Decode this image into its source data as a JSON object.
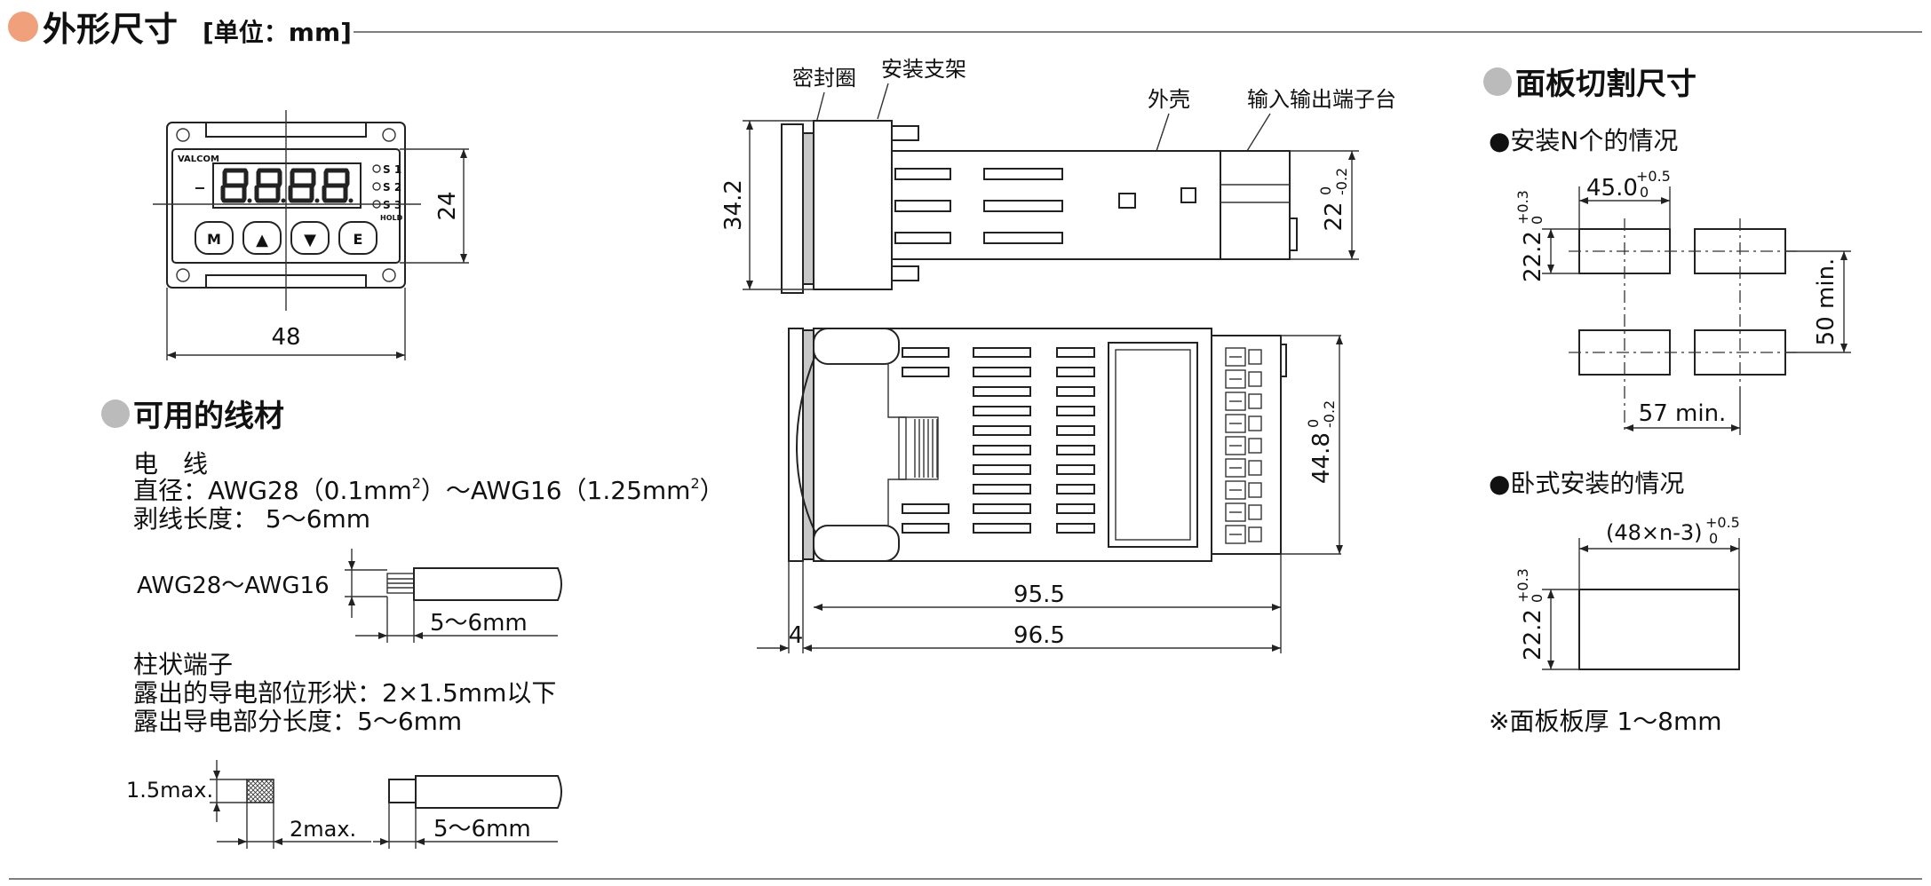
{
  "header": {
    "title": "外形尺寸",
    "unit": "[单位：mm]",
    "bullet_color": "#f0a07a"
  },
  "front_view": {
    "brand": "VALCOM",
    "display": "8.8.8.8",
    "indicators": [
      "S 1",
      "S 2",
      "S 3",
      "HOLD"
    ],
    "keys": [
      "M",
      "▲",
      "▼",
      "E"
    ],
    "dim_width": "48",
    "dim_height": "24"
  },
  "side_view": {
    "labels": {
      "gasket": "密封圈",
      "bracket": "安装支架",
      "case": "外壳",
      "terminal": "输入输出端子台"
    },
    "dim_height_top": "34.2",
    "dim_case_h": "22",
    "dim_case_h_tol_upper": "0",
    "dim_case_h_tol_lower": "-0.2",
    "dim_bottom_h": "44.8",
    "dim_bottom_h_tol_upper": "0",
    "dim_bottom_h_tol_lower": "-0.2",
    "dim_depth_1": "95.5",
    "dim_depth_2": "96.5",
    "dim_panel": "4"
  },
  "wire_section": {
    "title": "可用的线材",
    "bullet_color": "#bbbbbb",
    "wire_label": "电　线",
    "diameter_prefix": "直径：AWG28（0.1mm",
    "diameter_mid": "）～AWG16（1.25mm",
    "diameter_suffix": "）",
    "sup2": "2",
    "strip_length": "剥线长度：  5～6mm",
    "wire_range": "AWG28～AWG16",
    "strip_dim": "5～6mm",
    "pin_title": "柱状端子",
    "pin_shape": "露出的导电部位形状：2×1.5mm以下",
    "pin_length": "露出导电部分长度：5～6mm",
    "pin_max_h": "1.5max.",
    "pin_max_w": "2max.",
    "pin_len_dim": "5～6mm"
  },
  "panel_cut": {
    "title": "面板切割尺寸",
    "bullet_color": "#bbbbbb",
    "case_n": "●安装N个的情况",
    "width_dim": "45.0",
    "width_tol_upper": "+0.5",
    "width_tol_lower": "0",
    "height_dim": "22.2",
    "height_tol_upper": "+0.3",
    "height_tol_lower": "0",
    "vertical_pitch": "50 min.",
    "horizontal_pitch": "57 min.",
    "case_horizontal": "●卧式安装的情况",
    "gang_width": "(48×n-3)",
    "gang_tol_upper": "+0.5",
    "gang_tol_lower": "0",
    "gang_height": "22.2",
    "gang_height_tol_upper": "+0.3",
    "gang_height_tol_lower": "0",
    "panel_thickness": "※面板板厚 1～8mm"
  }
}
